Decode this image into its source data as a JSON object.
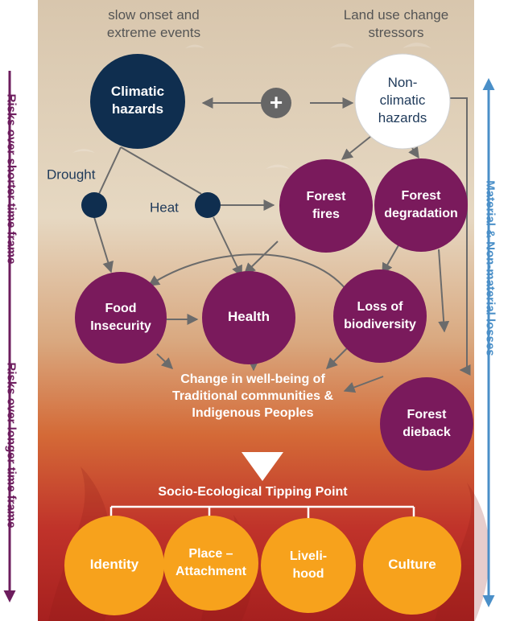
{
  "left_axis": {
    "top_label": "Risks over shorter time frame",
    "bottom_label": "Risks over longer time frame",
    "color": "#6d1d5e"
  },
  "right_axis": {
    "label": "Material & Non-material losses",
    "color": "#4a8fc8"
  },
  "annotations": {
    "slow_onset": [
      "slow onset and",
      "extreme events"
    ],
    "land_use": [
      "Land use change",
      "stressors"
    ],
    "drought": "Drought",
    "heat": "Heat",
    "plus": "+"
  },
  "nodes": {
    "climatic_hazards": [
      "Climatic",
      "hazards"
    ],
    "non_climatic_hazards": [
      "Non-",
      "climatic",
      "hazards"
    ],
    "forest_fires": [
      "Forest",
      "fires"
    ],
    "forest_degradation": [
      "Forest",
      "degradation"
    ],
    "food_insecurity": [
      "Food",
      "Insecurity"
    ],
    "health": [
      "Health"
    ],
    "loss_of_biodiversity": [
      "Loss of",
      "biodiversity"
    ],
    "forest_dieback": [
      "Forest",
      "dieback"
    ]
  },
  "wellbeing": [
    "Change in well-being of",
    "Traditional communities &",
    "Indigenous Peoples"
  ],
  "tipping_point": "Socio-Ecological Tipping Point",
  "outcomes": {
    "identity": [
      "Identity"
    ],
    "place_attachment": [
      "Place –",
      "Attachment"
    ],
    "livelihood": [
      "Liveli-",
      "hood"
    ],
    "culture": [
      "Culture"
    ]
  },
  "colors": {
    "navy": "#0f2e4f",
    "purple": "#7a1a5c",
    "orange": "#f7a21c",
    "white_node": "#ffffff",
    "plus_bg": "#666666"
  }
}
